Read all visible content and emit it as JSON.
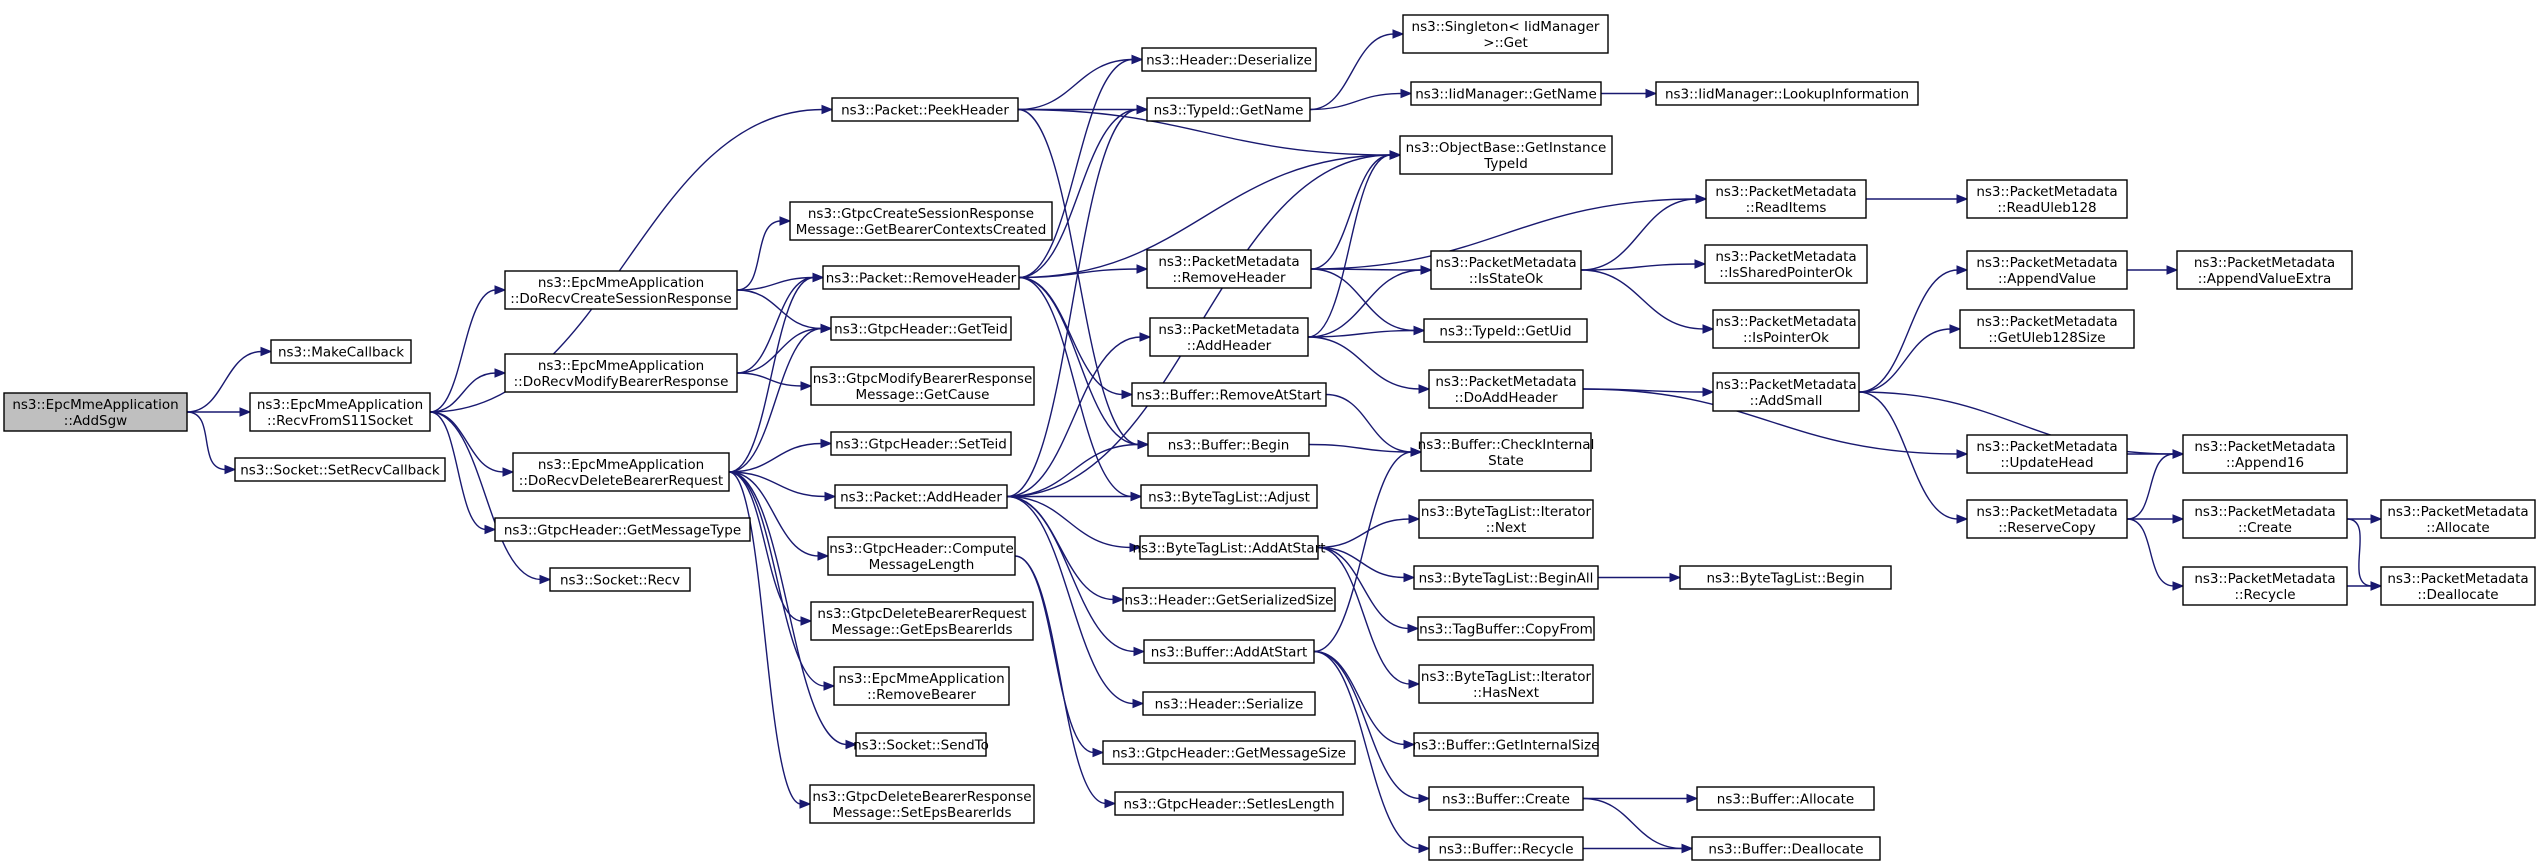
{
  "colors": {
    "edge": "#191970",
    "root_fill": "#bfbfbf",
    "node_fill": "#ffffff",
    "node_border": "#000000"
  },
  "nodes": [
    {
      "id": "n1",
      "lines": [
        "ns3::EpcMmeApplication",
        "::AddSgw"
      ],
      "root": true
    },
    {
      "id": "n2",
      "lines": [
        "ns3::MakeCallback"
      ]
    },
    {
      "id": "n3",
      "lines": [
        "ns3::EpcMmeApplication",
        "::RecvFromS11Socket"
      ]
    },
    {
      "id": "n4",
      "lines": [
        "ns3::Socket::SetRecvCallback"
      ]
    },
    {
      "id": "n5",
      "lines": [
        "ns3::Packet::PeekHeader"
      ]
    },
    {
      "id": "n6",
      "lines": [
        "ns3::EpcMmeApplication",
        "::DoRecvCreateSessionResponse"
      ]
    },
    {
      "id": "n7",
      "lines": [
        "ns3::EpcMmeApplication",
        "::DoRecvModifyBearerResponse"
      ]
    },
    {
      "id": "n8",
      "lines": [
        "ns3::EpcMmeApplication",
        "::DoRecvDeleteBearerRequest"
      ]
    },
    {
      "id": "n9",
      "lines": [
        "ns3::GtpcHeader::GetMessageType"
      ]
    },
    {
      "id": "n10",
      "lines": [
        "ns3::Socket::Recv"
      ]
    },
    {
      "id": "n11",
      "lines": [
        "ns3::GtpcCreateSessionResponse",
        "Message::GetBearerContextsCreated"
      ]
    },
    {
      "id": "n12",
      "lines": [
        "ns3::Packet::RemoveHeader"
      ]
    },
    {
      "id": "n13",
      "lines": [
        "ns3::GtpcHeader::GetTeid"
      ]
    },
    {
      "id": "n14",
      "lines": [
        "ns3::GtpcModifyBearerResponse",
        "Message::GetCause"
      ]
    },
    {
      "id": "n15",
      "lines": [
        "ns3::GtpcHeader::SetTeid"
      ]
    },
    {
      "id": "n16",
      "lines": [
        "ns3::Packet::AddHeader"
      ]
    },
    {
      "id": "n17",
      "lines": [
        "ns3::GtpcHeader::Compute",
        "MessageLength"
      ]
    },
    {
      "id": "n18",
      "lines": [
        "ns3::GtpcDeleteBearerRequest",
        "Message::GetEpsBearerIds"
      ]
    },
    {
      "id": "n19",
      "lines": [
        "ns3::EpcMmeApplication",
        "::RemoveBearer"
      ]
    },
    {
      "id": "n20",
      "lines": [
        "ns3::Socket::SendTo"
      ]
    },
    {
      "id": "n21",
      "lines": [
        "ns3::GtpcDeleteBearerResponse",
        "Message::SetEpsBearerIds"
      ]
    },
    {
      "id": "n22",
      "lines": [
        "ns3::Header::Deserialize"
      ]
    },
    {
      "id": "n23",
      "lines": [
        "ns3::TypeId::GetName"
      ]
    },
    {
      "id": "n24",
      "lines": [
        "ns3::PacketMetadata",
        "::RemoveHeader"
      ]
    },
    {
      "id": "n25",
      "lines": [
        "ns3::PacketMetadata",
        "::AddHeader"
      ]
    },
    {
      "id": "n26",
      "lines": [
        "ns3::Buffer::RemoveAtStart"
      ]
    },
    {
      "id": "n27",
      "lines": [
        "ns3::Buffer::Begin"
      ]
    },
    {
      "id": "n28",
      "lines": [
        "ns3::ByteTagList::Adjust"
      ]
    },
    {
      "id": "n29",
      "lines": [
        "ns3::ByteTagList::AddAtStart"
      ]
    },
    {
      "id": "n30",
      "lines": [
        "ns3::Header::GetSerializedSize"
      ]
    },
    {
      "id": "n31",
      "lines": [
        "ns3::Buffer::AddAtStart"
      ]
    },
    {
      "id": "n32",
      "lines": [
        "ns3::Header::Serialize"
      ]
    },
    {
      "id": "n33",
      "lines": [
        "ns3::GtpcHeader::GetMessageSize"
      ]
    },
    {
      "id": "n34",
      "lines": [
        "ns3::GtpcHeader::SetIesLength"
      ]
    },
    {
      "id": "n35",
      "lines": [
        "ns3::Singleton< IidManager",
        " >::Get"
      ]
    },
    {
      "id": "n36",
      "lines": [
        "ns3::IidManager::GetName"
      ]
    },
    {
      "id": "n37",
      "lines": [
        "ns3::ObjectBase::GetInstance",
        "TypeId"
      ]
    },
    {
      "id": "n38",
      "lines": [
        "ns3::PacketMetadata",
        "::IsStateOk"
      ]
    },
    {
      "id": "n39",
      "lines": [
        "ns3::TypeId::GetUid"
      ]
    },
    {
      "id": "n40",
      "lines": [
        "ns3::PacketMetadata",
        "::DoAddHeader"
      ]
    },
    {
      "id": "n41",
      "lines": [
        "ns3::Buffer::CheckInternal",
        "State"
      ]
    },
    {
      "id": "n42",
      "lines": [
        "ns3::ByteTagList::Iterator",
        "::Next"
      ]
    },
    {
      "id": "n43",
      "lines": [
        "ns3::ByteTagList::BeginAll"
      ]
    },
    {
      "id": "n44",
      "lines": [
        "ns3::TagBuffer::CopyFrom"
      ]
    },
    {
      "id": "n45",
      "lines": [
        "ns3::ByteTagList::Iterator",
        "::HasNext"
      ]
    },
    {
      "id": "n46",
      "lines": [
        "ns3::Buffer::GetInternalSize"
      ]
    },
    {
      "id": "n47",
      "lines": [
        "ns3::Buffer::Create"
      ]
    },
    {
      "id": "n48",
      "lines": [
        "ns3::Buffer::Recycle"
      ]
    },
    {
      "id": "n49",
      "lines": [
        "ns3::IidManager::LookupInformation"
      ]
    },
    {
      "id": "n50",
      "lines": [
        "ns3::PacketMetadata",
        "::ReadItems"
      ]
    },
    {
      "id": "n51",
      "lines": [
        "ns3::PacketMetadata",
        "::IsSharedPointerOk"
      ]
    },
    {
      "id": "n52",
      "lines": [
        "ns3::PacketMetadata",
        "::IsPointerOk"
      ]
    },
    {
      "id": "n53",
      "lines": [
        "ns3::PacketMetadata",
        "::AddSmall"
      ]
    },
    {
      "id": "n54",
      "lines": [
        "ns3::ByteTagList::Begin"
      ]
    },
    {
      "id": "n55",
      "lines": [
        "ns3::Buffer::Allocate"
      ]
    },
    {
      "id": "n56",
      "lines": [
        "ns3::Buffer::Deallocate"
      ]
    },
    {
      "id": "n57",
      "lines": [
        "ns3::PacketMetadata",
        "::ReadUleb128"
      ]
    },
    {
      "id": "n58",
      "lines": [
        "ns3::PacketMetadata",
        "::AppendValue"
      ]
    },
    {
      "id": "n59",
      "lines": [
        "ns3::PacketMetadata",
        "::GetUleb128Size"
      ]
    },
    {
      "id": "n60",
      "lines": [
        "ns3::PacketMetadata",
        "::UpdateHead"
      ]
    },
    {
      "id": "n61",
      "lines": [
        "ns3::PacketMetadata",
        "::ReserveCopy"
      ]
    },
    {
      "id": "n62",
      "lines": [
        "ns3::PacketMetadata",
        "::AppendValueExtra"
      ]
    },
    {
      "id": "n63",
      "lines": [
        "ns3::PacketMetadata",
        "::Append16"
      ]
    },
    {
      "id": "n64",
      "lines": [
        "ns3::PacketMetadata",
        "::Create"
      ]
    },
    {
      "id": "n65",
      "lines": [
        "ns3::PacketMetadata",
        "::Recycle"
      ]
    },
    {
      "id": "n66",
      "lines": [
        "ns3::PacketMetadata",
        "::Allocate"
      ]
    },
    {
      "id": "n67",
      "lines": [
        "ns3::PacketMetadata",
        "::Deallocate"
      ]
    }
  ],
  "edges": [
    [
      "n1",
      "n2"
    ],
    [
      "n1",
      "n3"
    ],
    [
      "n1",
      "n4"
    ],
    [
      "n3",
      "n5"
    ],
    [
      "n3",
      "n6"
    ],
    [
      "n3",
      "n7"
    ],
    [
      "n3",
      "n8"
    ],
    [
      "n3",
      "n9"
    ],
    [
      "n3",
      "n10"
    ],
    [
      "n6",
      "n11"
    ],
    [
      "n6",
      "n12"
    ],
    [
      "n6",
      "n13"
    ],
    [
      "n7",
      "n12"
    ],
    [
      "n7",
      "n13"
    ],
    [
      "n7",
      "n14"
    ],
    [
      "n8",
      "n12"
    ],
    [
      "n8",
      "n13"
    ],
    [
      "n8",
      "n15"
    ],
    [
      "n8",
      "n16"
    ],
    [
      "n8",
      "n17"
    ],
    [
      "n8",
      "n18"
    ],
    [
      "n8",
      "n19"
    ],
    [
      "n8",
      "n20"
    ],
    [
      "n8",
      "n21"
    ],
    [
      "n5",
      "n22"
    ],
    [
      "n5",
      "n23"
    ],
    [
      "n5",
      "n37"
    ],
    [
      "n5",
      "n27"
    ],
    [
      "n12",
      "n22"
    ],
    [
      "n12",
      "n23"
    ],
    [
      "n12",
      "n24"
    ],
    [
      "n12",
      "n26"
    ],
    [
      "n12",
      "n27"
    ],
    [
      "n12",
      "n28"
    ],
    [
      "n12",
      "n37"
    ],
    [
      "n16",
      "n23"
    ],
    [
      "n16",
      "n25"
    ],
    [
      "n16",
      "n27"
    ],
    [
      "n16",
      "n28"
    ],
    [
      "n16",
      "n29"
    ],
    [
      "n16",
      "n30"
    ],
    [
      "n16",
      "n31"
    ],
    [
      "n16",
      "n32"
    ],
    [
      "n16",
      "n37"
    ],
    [
      "n17",
      "n33"
    ],
    [
      "n17",
      "n34"
    ],
    [
      "n23",
      "n35"
    ],
    [
      "n23",
      "n36"
    ],
    [
      "n36",
      "n49"
    ],
    [
      "n24",
      "n37"
    ],
    [
      "n24",
      "n38"
    ],
    [
      "n24",
      "n39"
    ],
    [
      "n24",
      "n50"
    ],
    [
      "n25",
      "n37"
    ],
    [
      "n25",
      "n38"
    ],
    [
      "n25",
      "n39"
    ],
    [
      "n25",
      "n40"
    ],
    [
      "n26",
      "n41"
    ],
    [
      "n27",
      "n41"
    ],
    [
      "n29",
      "n42"
    ],
    [
      "n29",
      "n43"
    ],
    [
      "n29",
      "n44"
    ],
    [
      "n29",
      "n45"
    ],
    [
      "n31",
      "n41"
    ],
    [
      "n31",
      "n46"
    ],
    [
      "n31",
      "n47"
    ],
    [
      "n31",
      "n48"
    ],
    [
      "n38",
      "n50"
    ],
    [
      "n38",
      "n51"
    ],
    [
      "n38",
      "n52"
    ],
    [
      "n40",
      "n53"
    ],
    [
      "n40",
      "n60"
    ],
    [
      "n43",
      "n54"
    ],
    [
      "n47",
      "n55"
    ],
    [
      "n47",
      "n56"
    ],
    [
      "n48",
      "n56"
    ],
    [
      "n50",
      "n57"
    ],
    [
      "n53",
      "n58"
    ],
    [
      "n53",
      "n59"
    ],
    [
      "n53",
      "n61"
    ],
    [
      "n53",
      "n63"
    ],
    [
      "n58",
      "n62"
    ],
    [
      "n60",
      "n63"
    ],
    [
      "n61",
      "n63"
    ],
    [
      "n61",
      "n64"
    ],
    [
      "n61",
      "n65"
    ],
    [
      "n64",
      "n66"
    ],
    [
      "n64",
      "n67"
    ],
    [
      "n65",
      "n67"
    ]
  ]
}
